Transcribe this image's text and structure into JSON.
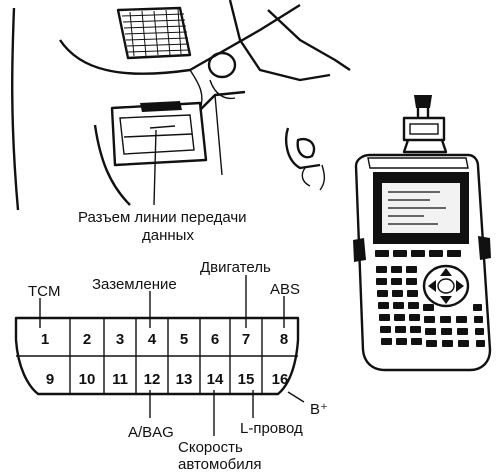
{
  "labels": {
    "connector_caption_line1": "Разъем линии передачи",
    "connector_caption_line2": "данных",
    "tcm": "TCM",
    "ground": "Заземление",
    "engine": "Двигатель",
    "abs": "ABS",
    "abag": "A/BAG",
    "speed_line1": "Скорость",
    "speed_line2": "автомобиля",
    "l_wire": "L-провод",
    "b_plus": "B⁺"
  },
  "pins_top": [
    "1",
    "2",
    "3",
    "4",
    "5",
    "6",
    "7",
    "8"
  ],
  "pins_bottom": [
    "9",
    "10",
    "11",
    "12",
    "13",
    "14",
    "15",
    "16"
  ]
}
